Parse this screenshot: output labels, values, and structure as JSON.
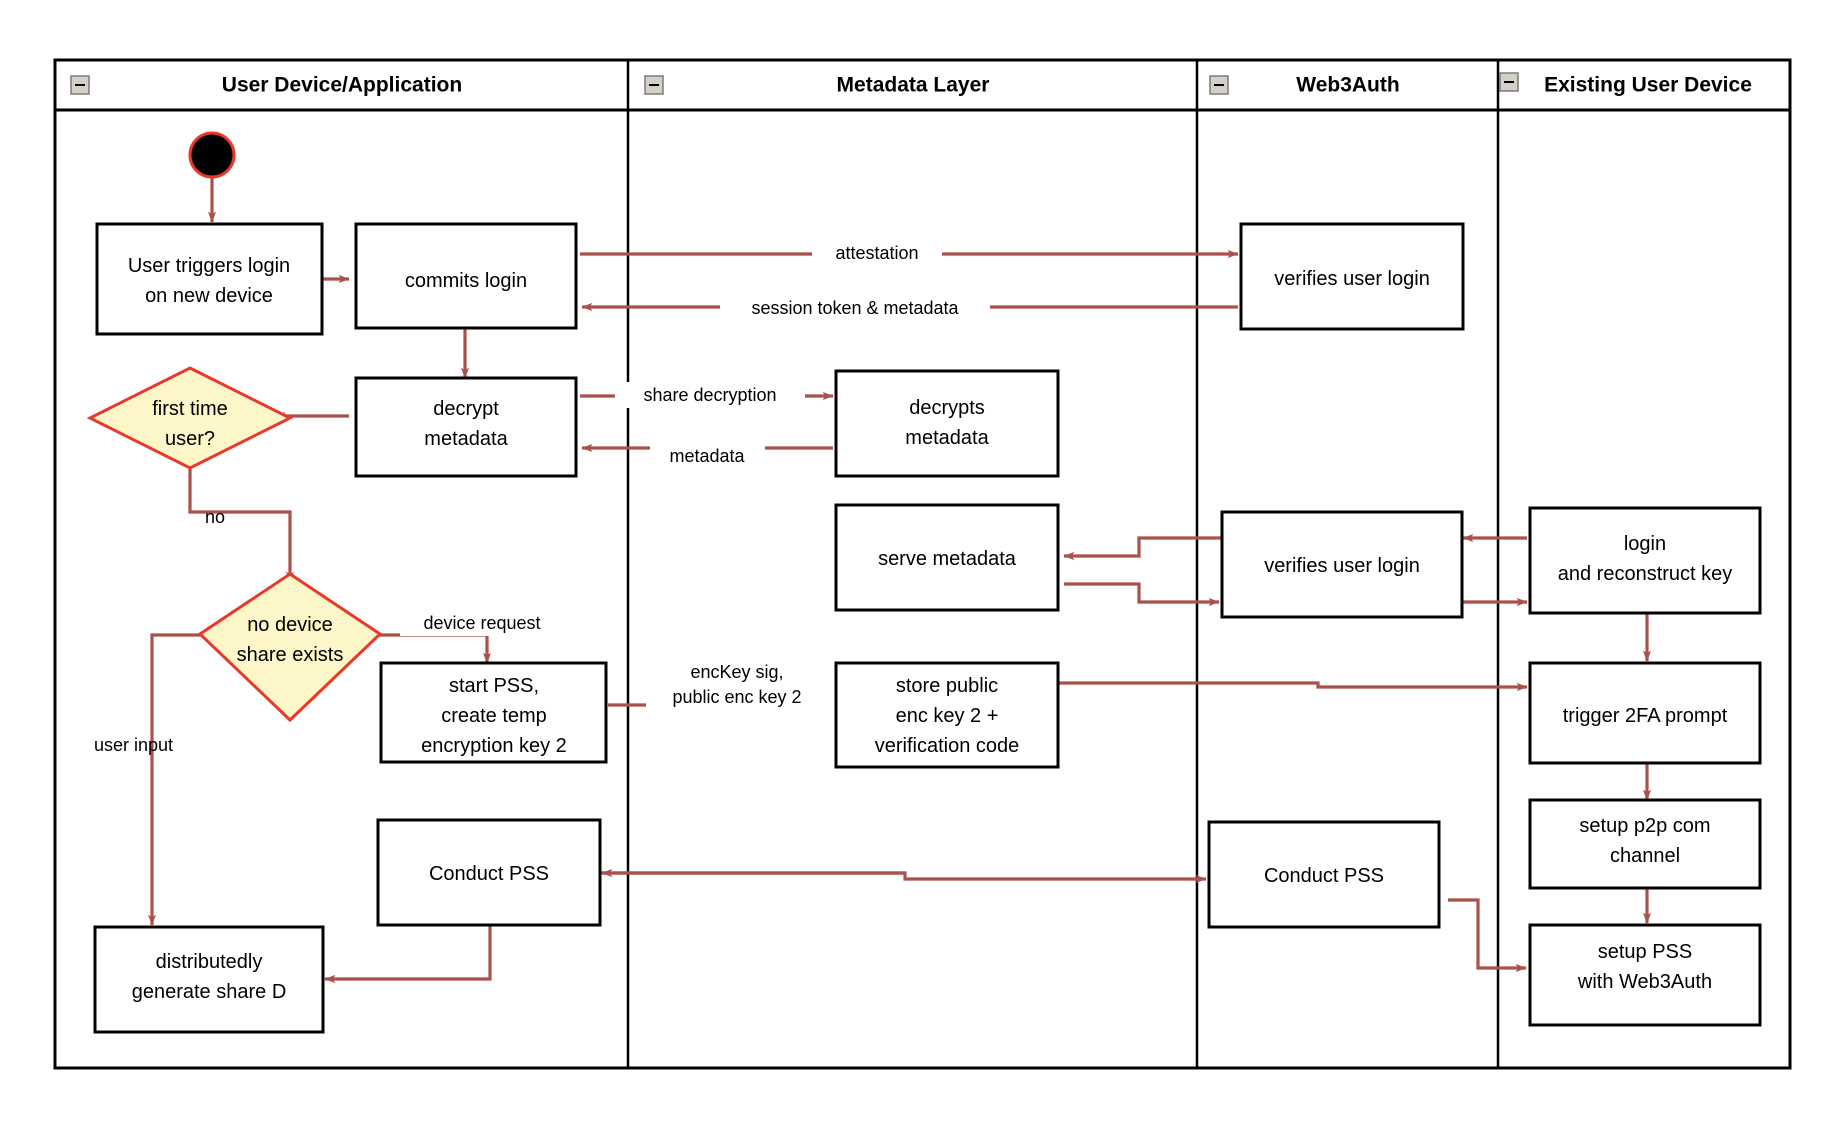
{
  "diagram": {
    "type": "swimlane-activity-diagram",
    "background": "#ffffff",
    "colors": {
      "flow_arrow": "#a9524b",
      "decision_fill": "#fdf6c9",
      "decision_stroke": "#e8392a",
      "box_stroke": "#000000",
      "lane_header_fill": "#ffffff",
      "collapse_icon_fill": "#d4d0c8"
    },
    "lanes": [
      {
        "id": "lane-user-device",
        "title": "User Device/Application",
        "collapse_icon": "minus-icon"
      },
      {
        "id": "lane-metadata",
        "title": "Metadata Layer",
        "collapse_icon": "minus-icon"
      },
      {
        "id": "lane-web3auth",
        "title": "Web3Auth",
        "collapse_icon": "minus-icon"
      },
      {
        "id": "lane-existing-device",
        "title": "Existing User Device",
        "collapse_icon": "minus-icon"
      }
    ],
    "nodes": [
      {
        "id": "start",
        "lane": "lane-user-device",
        "shape": "start-circle",
        "label": ""
      },
      {
        "id": "user-triggers-login",
        "lane": "lane-user-device",
        "shape": "rect",
        "label": [
          "User triggers login",
          "on new device"
        ]
      },
      {
        "id": "commits-login",
        "lane": "lane-user-device",
        "shape": "rect",
        "label": [
          "commits login"
        ]
      },
      {
        "id": "decrypt-metadata",
        "lane": "lane-user-device",
        "shape": "rect",
        "label": [
          "decrypt",
          "metadata"
        ]
      },
      {
        "id": "first-time-user",
        "lane": "lane-user-device",
        "shape": "diamond",
        "label": [
          "first time",
          "user?"
        ]
      },
      {
        "id": "no-device-share-exists",
        "lane": "lane-user-device",
        "shape": "diamond",
        "label": [
          "no device",
          "share exists"
        ]
      },
      {
        "id": "start-pss",
        "lane": "lane-user-device",
        "shape": "rect",
        "label": [
          "start PSS,",
          "create temp",
          "encryption key 2"
        ]
      },
      {
        "id": "conduct-pss-user",
        "lane": "lane-user-device",
        "shape": "rect",
        "label": [
          "Conduct PSS"
        ]
      },
      {
        "id": "distributedly-generate-share-d",
        "lane": "lane-user-device",
        "shape": "rect",
        "label": [
          "distributedly",
          "generate share D"
        ]
      },
      {
        "id": "decrypts-metadata",
        "lane": "lane-metadata",
        "shape": "rect",
        "label": [
          "decrypts",
          "metadata"
        ]
      },
      {
        "id": "serve-metadata",
        "lane": "lane-metadata",
        "shape": "rect",
        "label": [
          "serve metadata"
        ]
      },
      {
        "id": "store-public-enc-key",
        "lane": "lane-metadata",
        "shape": "rect",
        "label": [
          "store public",
          "enc key 2 +",
          "verification code"
        ]
      },
      {
        "id": "verifies-user-login-1",
        "lane": "lane-web3auth",
        "shape": "rect",
        "label": [
          "verifies user login"
        ]
      },
      {
        "id": "verifies-user-login-2",
        "lane": "lane-web3auth",
        "shape": "rect",
        "label": [
          "verifies user login"
        ]
      },
      {
        "id": "conduct-pss-web3auth",
        "lane": "lane-web3auth",
        "shape": "rect",
        "label": [
          "Conduct PSS"
        ]
      },
      {
        "id": "login-reconstruct-key",
        "lane": "lane-existing-device",
        "shape": "rect",
        "label": [
          "login",
          "and reconstruct key"
        ]
      },
      {
        "id": "trigger-2fa-prompt",
        "lane": "lane-existing-device",
        "shape": "rect",
        "label": [
          "trigger 2FA prompt"
        ]
      },
      {
        "id": "setup-p2p-com-channel",
        "lane": "lane-existing-device",
        "shape": "rect",
        "label": [
          "setup p2p com",
          "channel"
        ]
      },
      {
        "id": "setup-pss-web3auth",
        "lane": "lane-existing-device",
        "shape": "rect",
        "label": [
          "setup PSS",
          "with Web3Auth"
        ]
      }
    ],
    "edges": [
      {
        "id": "e-start",
        "from": "start",
        "to": "user-triggers-login",
        "label": ""
      },
      {
        "id": "e-trigger-commits",
        "from": "user-triggers-login",
        "to": "commits-login",
        "label": ""
      },
      {
        "id": "e-attestation",
        "from": "commits-login",
        "to": "verifies-user-login-1",
        "label": "attestation"
      },
      {
        "id": "e-session-token",
        "from": "verifies-user-login-1",
        "to": "commits-login",
        "label": "session token & metadata"
      },
      {
        "id": "e-commits-decrypt",
        "from": "commits-login",
        "to": "decrypt-metadata",
        "label": ""
      },
      {
        "id": "e-share-decryption",
        "from": "decrypt-metadata",
        "to": "decrypts-metadata",
        "label": "share decryption"
      },
      {
        "id": "e-metadata-back",
        "from": "decrypts-metadata",
        "to": "decrypt-metadata",
        "label": "metadata"
      },
      {
        "id": "e-decrypt-firsttime",
        "from": "decrypt-metadata",
        "to": "first-time-user",
        "label": ""
      },
      {
        "id": "e-no",
        "from": "first-time-user",
        "to": "no-device-share-exists",
        "label": "no"
      },
      {
        "id": "e-device-request",
        "from": "no-device-share-exists",
        "to": "start-pss",
        "label": "device request"
      },
      {
        "id": "e-user-input",
        "from": "no-device-share-exists",
        "to": "distributedly-generate-share-d",
        "label": "user input"
      },
      {
        "id": "e-enckey-sig",
        "from": "start-pss",
        "to": "store-public-enc-key",
        "label": [
          "encKey sig,",
          "public enc key 2"
        ]
      },
      {
        "id": "e-store-trigger2fa",
        "from": "store-public-enc-key",
        "to": "trigger-2fa-prompt",
        "label": ""
      },
      {
        "id": "e-existing-verifies",
        "from": "login-reconstruct-key",
        "to": "verifies-user-login-2",
        "label": ""
      },
      {
        "id": "e-verifies-serve",
        "from": "verifies-user-login-2",
        "to": "serve-metadata",
        "label": ""
      },
      {
        "id": "e-serve-verifies",
        "from": "serve-metadata",
        "to": "verifies-user-login-2",
        "label": ""
      },
      {
        "id": "e-verifies-login-reconstruct",
        "from": "verifies-user-login-2",
        "to": "login-reconstruct-key",
        "label": ""
      },
      {
        "id": "e-login-trigger2fa",
        "from": "login-reconstruct-key",
        "to": "trigger-2fa-prompt",
        "label": ""
      },
      {
        "id": "e-2fa-p2p",
        "from": "trigger-2fa-prompt",
        "to": "setup-p2p-com-channel",
        "label": ""
      },
      {
        "id": "e-p2p-setuppss",
        "from": "setup-p2p-com-channel",
        "to": "setup-pss-web3auth",
        "label": ""
      },
      {
        "id": "e-setuppss-conductpss",
        "from": "setup-pss-web3auth",
        "to": "conduct-pss-web3auth",
        "label": ""
      },
      {
        "id": "e-conductpss-conductpss",
        "from": "conduct-pss-web3auth",
        "to": "conduct-pss-user",
        "label": ""
      },
      {
        "id": "e-conductpss-sharedistrib",
        "from": "conduct-pss-user",
        "to": "distributedly-generate-share-d",
        "label": ""
      }
    ]
  }
}
